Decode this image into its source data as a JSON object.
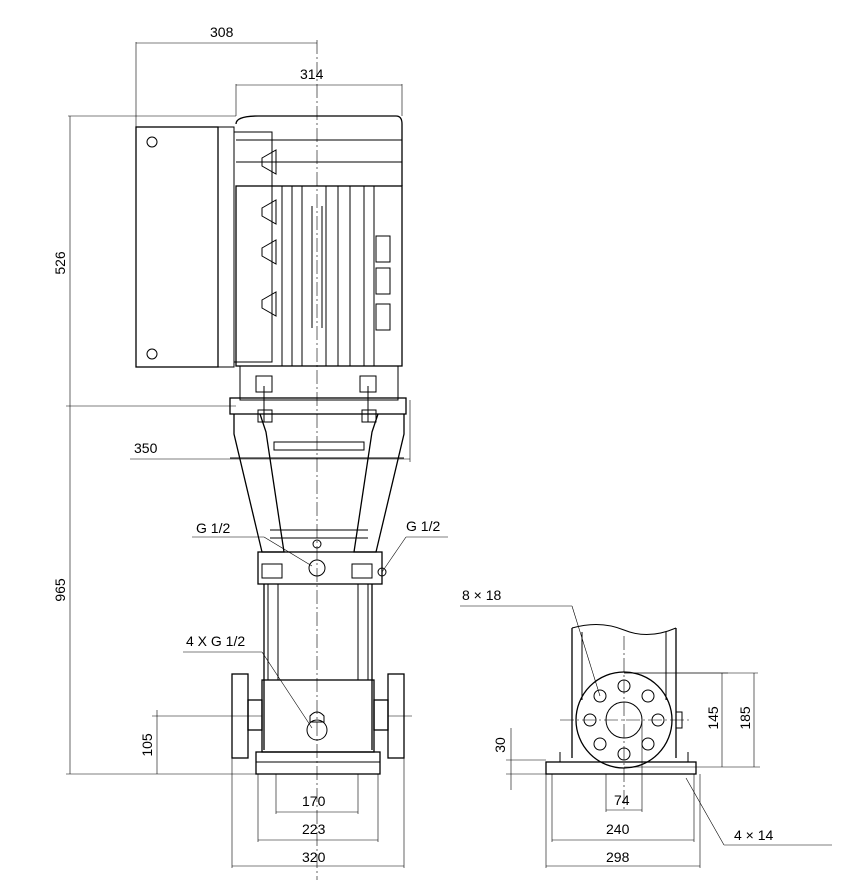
{
  "dimensions": {
    "d308": "308",
    "d314": "314",
    "d526": "526",
    "d350": "350",
    "d965": "965",
    "d105": "105",
    "d170": "170",
    "d223": "223",
    "d320": "320",
    "d30": "30",
    "d74": "74",
    "d145": "145",
    "d185": "185",
    "d240": "240",
    "d298": "298"
  },
  "callouts": {
    "g_half_left": "G 1/2",
    "g_half_right": "G 1/2",
    "four_x_g_half": "4 X G 1/2",
    "flange_holes": "8 × 18",
    "foot_holes": "4 × 14"
  }
}
